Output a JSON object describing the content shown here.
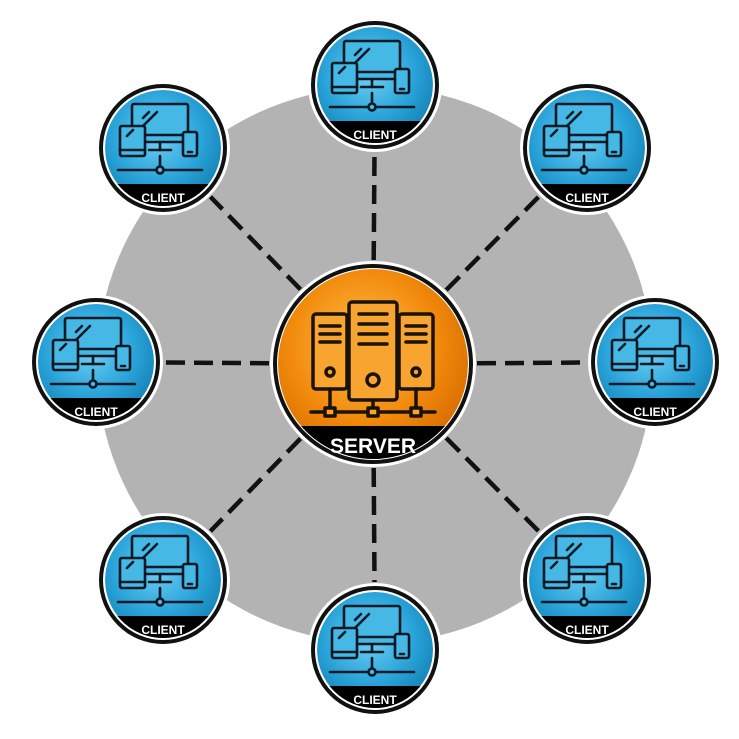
{
  "diagram": {
    "type": "client-server-star",
    "server": {
      "label": "SERVER",
      "icon": "server-rack-icon"
    },
    "clients": [
      {
        "label": "CLIENT",
        "icon": "devices-icon"
      },
      {
        "label": "CLIENT",
        "icon": "devices-icon"
      },
      {
        "label": "CLIENT",
        "icon": "devices-icon"
      },
      {
        "label": "CLIENT",
        "icon": "devices-icon"
      },
      {
        "label": "CLIENT",
        "icon": "devices-icon"
      },
      {
        "label": "CLIENT",
        "icon": "devices-icon"
      },
      {
        "label": "CLIENT",
        "icon": "devices-icon"
      },
      {
        "label": "CLIENT",
        "icon": "devices-icon"
      }
    ],
    "connection_style": "dashed",
    "colors": {
      "background_disc": "#b3b3b3",
      "client_fill": "#29a3d9",
      "server_fill": "#f28a0c",
      "label_band": "#000000",
      "connector": "#111111",
      "icon_stroke": "#0a1a24"
    }
  }
}
